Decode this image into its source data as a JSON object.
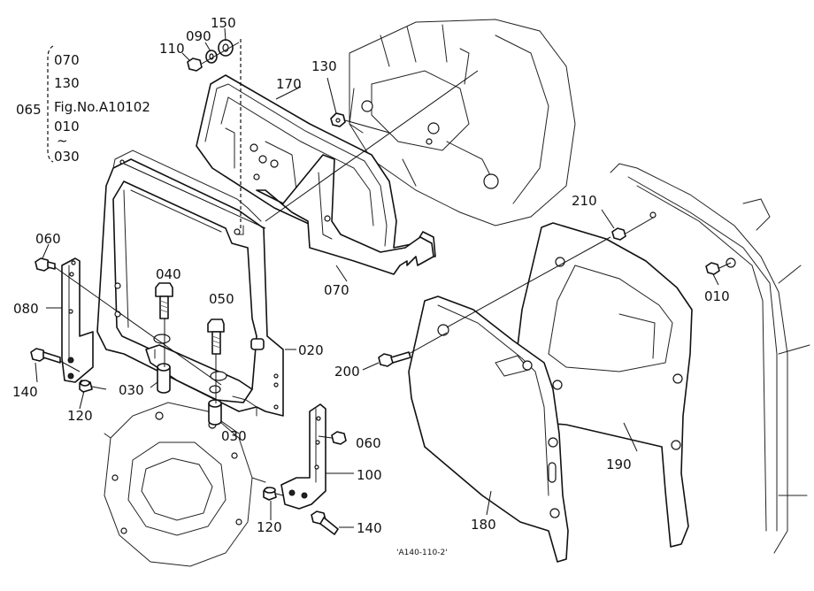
{
  "group_note": {
    "main_label": "065",
    "lines": [
      "070",
      "130",
      "Fig.No.A10102",
      "010",
      "~",
      "030"
    ]
  },
  "part_labels": {
    "p110": "110",
    "p090": "090",
    "p150": "150",
    "p170": "170",
    "p130": "130",
    "p060a": "060",
    "p080": "080",
    "p040": "040",
    "p050": "050",
    "p020": "020",
    "p070": "070",
    "p210": "210",
    "p010": "010",
    "p200": "200",
    "p140a": "140",
    "p120a": "120",
    "p030a": "030",
    "p030b": "030",
    "p060b": "060",
    "p100": "100",
    "p190": "190",
    "p120b": "120",
    "p140b": "140",
    "p180": "180"
  },
  "drawing_code": "'A140-110-2'"
}
